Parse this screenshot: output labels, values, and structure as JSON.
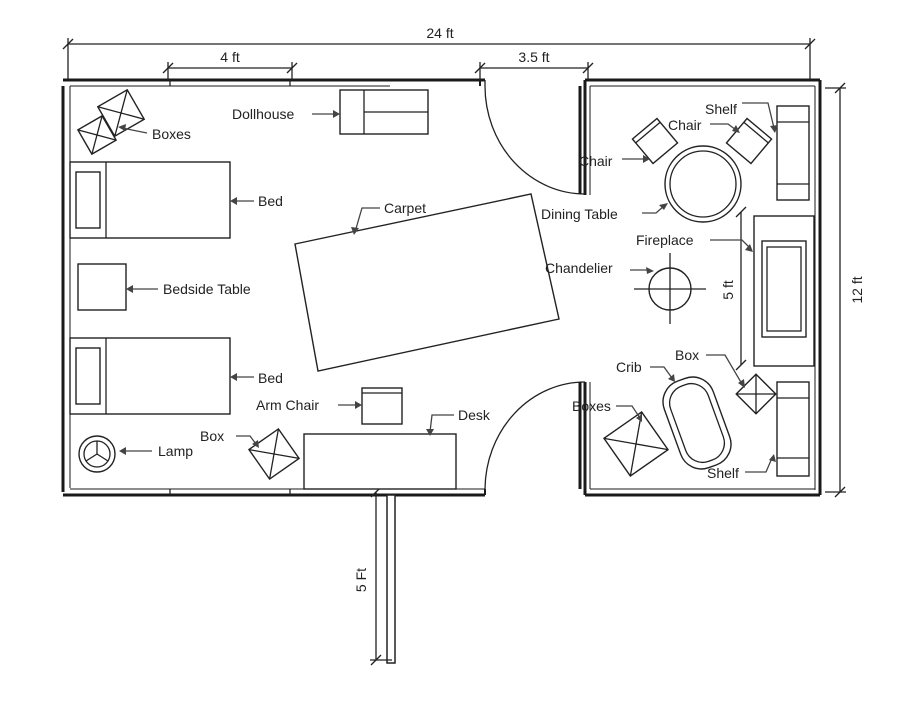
{
  "dimensions": {
    "overall_width": "24 ft",
    "window_width": "4 ft",
    "door_width": "3.5 ft",
    "right_height": "12 ft",
    "fireplace_width": "5 ft",
    "bottom_wall": "5 Ft"
  },
  "labels": {
    "dollhouse": "Dollhouse",
    "boxes_top_left": "Boxes",
    "bed_top": "Bed",
    "carpet": "Carpet",
    "bedside_table": "Bedside Table",
    "bed_bottom": "Bed",
    "arm_chair": "Arm Chair",
    "desk": "Desk",
    "box_bottom": "Box",
    "lamp": "Lamp",
    "shelf_top": "Shelf",
    "chair_top": "Chair",
    "chair_left": "Chair",
    "dining_table": "Dining Table",
    "fireplace": "Fireplace",
    "chandelier": "Chandelier",
    "box_right": "Box",
    "crib": "Crib",
    "boxes_right": "Boxes",
    "shelf_bottom": "Shelf"
  },
  "colors": {
    "line": "#222222",
    "background": "#ffffff"
  }
}
